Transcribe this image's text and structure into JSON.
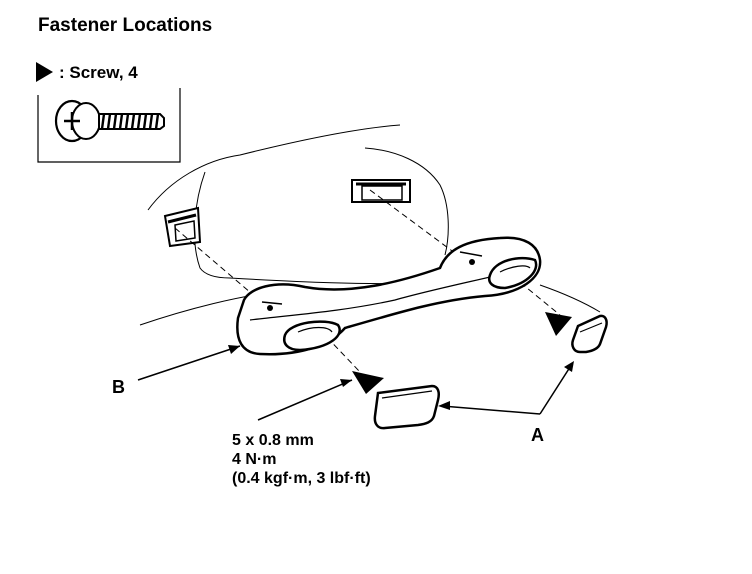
{
  "title": "Fastener Locations",
  "legend": {
    "symbol": "arrowhead-icon",
    "text": ": Screw, 4"
  },
  "callouts": {
    "a": "A",
    "b": "B"
  },
  "spec": {
    "size": "5 x 0.8 mm",
    "torque_nm": "4 N·m",
    "torque_alt": "(0.4 kgf·m, 3 lbf·ft)"
  },
  "colors": {
    "line": "#000000",
    "background": "#ffffff"
  }
}
